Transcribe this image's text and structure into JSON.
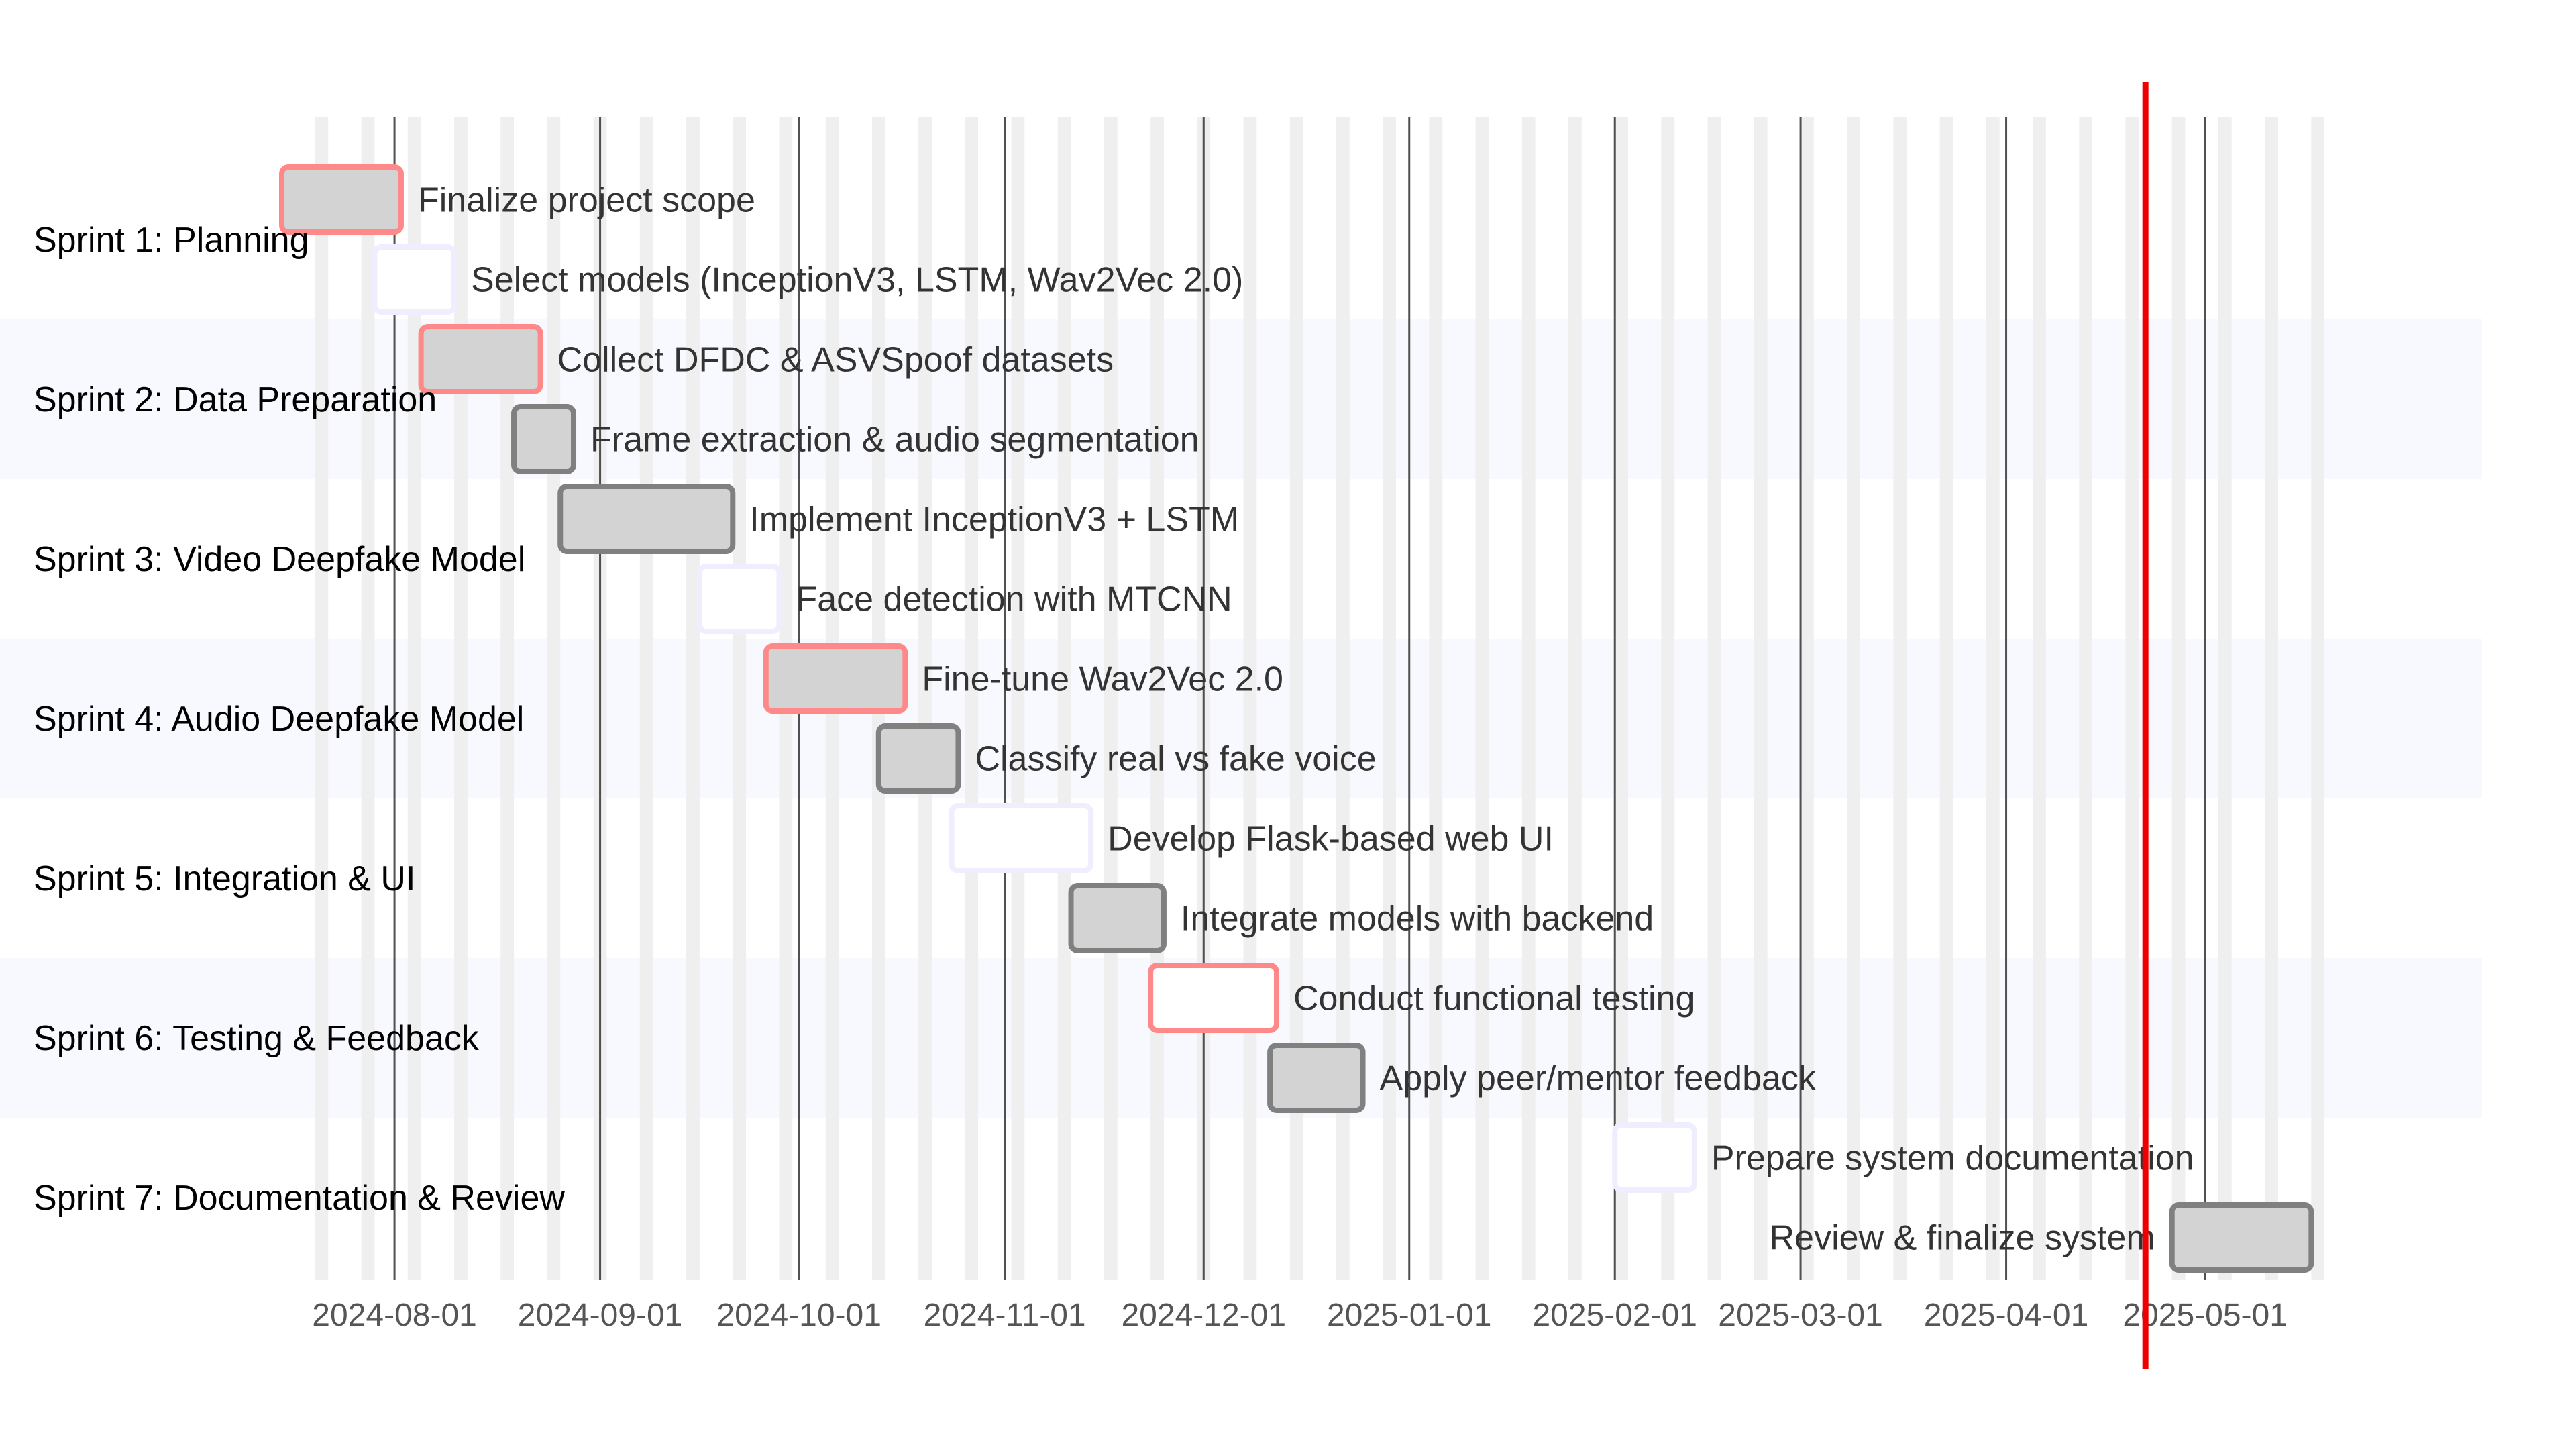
{
  "chart_data": {
    "type": "gantt",
    "x_range": [
      "2024-07-15",
      "2025-05-20"
    ],
    "today_marker": "2025-04-22",
    "weekend_shading": true,
    "axis": {
      "ticks": [
        "2024-08-01",
        "2024-09-01",
        "2024-10-01",
        "2024-11-01",
        "2024-12-01",
        "2025-01-01",
        "2025-02-01",
        "2025-03-01",
        "2025-04-01",
        "2025-05-01"
      ]
    },
    "sections": [
      {
        "name": "Sprint 1: Planning",
        "tasks": [
          {
            "label": "Finalize project scope",
            "start": "2024-07-15",
            "end": "2024-08-02",
            "status": "crit-done"
          },
          {
            "label": "Select models (InceptionV3, LSTM, Wav2Vec 2.0)",
            "start": "2024-07-29",
            "end": "2024-08-10",
            "status": "active"
          }
        ]
      },
      {
        "name": "Sprint 2: Data Preparation",
        "tasks": [
          {
            "label": "Collect DFDC & ASVSpoof datasets",
            "start": "2024-08-05",
            "end": "2024-08-23",
            "status": "crit-done"
          },
          {
            "label": "Frame extraction & audio segmentation",
            "start": "2024-08-19",
            "end": "2024-08-28",
            "status": "done"
          }
        ]
      },
      {
        "name": "Sprint 3: Video Deepfake Model",
        "tasks": [
          {
            "label": "Implement InceptionV3 + LSTM",
            "start": "2024-08-26",
            "end": "2024-09-21",
            "status": "done"
          },
          {
            "label": "Face detection with MTCNN",
            "start": "2024-09-16",
            "end": "2024-09-28",
            "status": "active"
          }
        ]
      },
      {
        "name": "Sprint 4: Audio Deepfake Model",
        "tasks": [
          {
            "label": "Fine-tune Wav2Vec 2.0",
            "start": "2024-09-26",
            "end": "2024-10-17",
            "status": "crit-done"
          },
          {
            "label": "Classify real vs fake voice",
            "start": "2024-10-13",
            "end": "2024-10-25",
            "status": "done"
          }
        ]
      },
      {
        "name": "Sprint 5: Integration & UI",
        "tasks": [
          {
            "label": "Develop Flask-based web UI",
            "start": "2024-10-24",
            "end": "2024-11-14",
            "status": "active"
          },
          {
            "label": "Integrate models with backend",
            "start": "2024-11-11",
            "end": "2024-11-25",
            "status": "done"
          }
        ]
      },
      {
        "name": "Sprint 6: Testing & Feedback",
        "tasks": [
          {
            "label": "Conduct functional testing",
            "start": "2024-11-23",
            "end": "2024-12-12",
            "status": "crit"
          },
          {
            "label": "Apply peer/mentor feedback",
            "start": "2024-12-11",
            "end": "2024-12-25",
            "status": "done"
          }
        ]
      },
      {
        "name": "Sprint 7: Documentation & Review",
        "tasks": [
          {
            "label": "Prepare system documentation",
            "start": "2025-02-01",
            "end": "2025-02-13",
            "status": "active"
          },
          {
            "label": "Review & finalize system",
            "start": "2025-04-26",
            "end": "2025-05-17",
            "status": "done"
          }
        ]
      }
    ]
  },
  "colors": {
    "done_fill": "#d3d3d3",
    "done_stroke": "#808080",
    "crit_stroke": "#ff8888",
    "active_fill": "#ffffff",
    "active_stroke": "#eeeeff",
    "section_band": "#f8f8ff",
    "weekend": "#efefef",
    "today": "#ee0000",
    "gridline": "#333333"
  }
}
